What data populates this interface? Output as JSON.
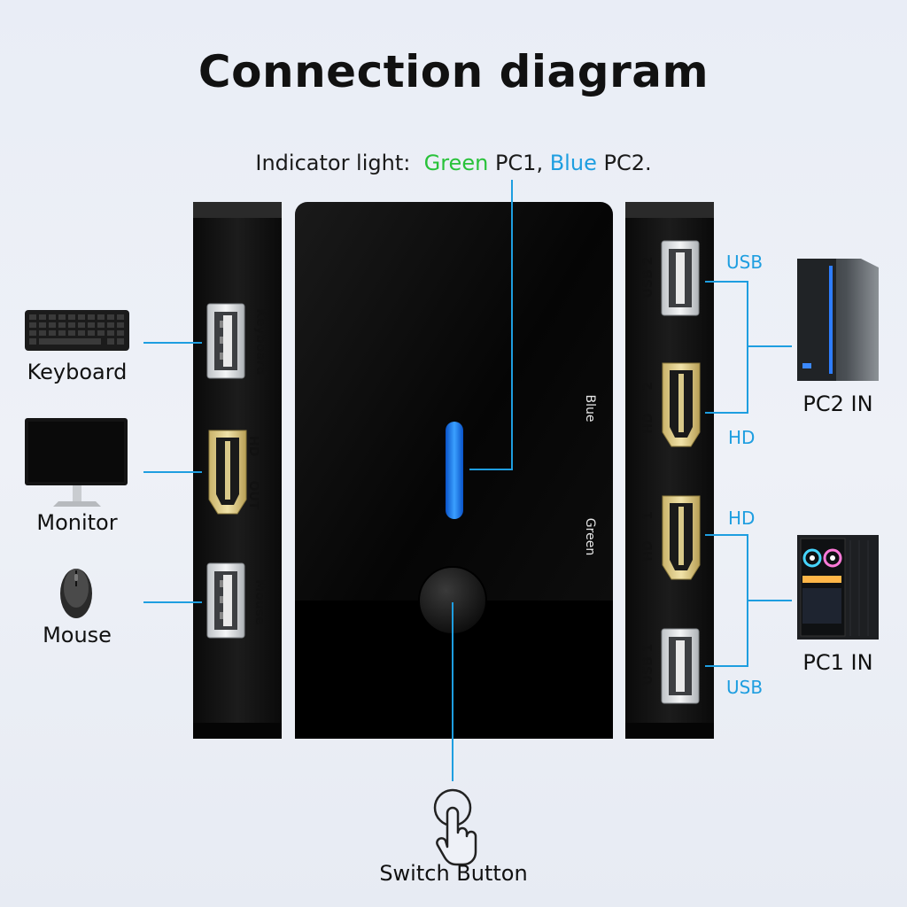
{
  "title": "Connection diagram",
  "indicator": {
    "prefix": "Indicator light:",
    "green_word": "Green",
    "green_target": "PC1,",
    "blue_word": "Blue",
    "blue_target": "PC2."
  },
  "left_devices": [
    {
      "label": "Keyboard",
      "port_label": "Keyboard"
    },
    {
      "label": "Monitor",
      "port_label_a": "HD",
      "port_label_b": "OUT"
    },
    {
      "label": "Mouse",
      "port_label": "Mouse"
    }
  ],
  "center": {
    "blue_label": "Blue",
    "green_label": "Green"
  },
  "right_ports": {
    "usb2": "USB 2",
    "hd2_a": "HD",
    "hd2_b": "2",
    "hd1_a": "HD",
    "hd1_b": "1",
    "usb1": "USB 1"
  },
  "connector_labels": {
    "usb_top": "USB",
    "hd_top": "HD",
    "hd_bottom": "HD",
    "usb_bottom": "USB"
  },
  "pcs": {
    "pc2": "PC2 IN",
    "pc1": "PC1 IN"
  },
  "switch_button": "Switch Button",
  "colors": {
    "accent": "#1e9ee0",
    "green": "#29c23a",
    "indicator_blue": "#1f7ff0",
    "device_body": "#0c0c0c"
  }
}
